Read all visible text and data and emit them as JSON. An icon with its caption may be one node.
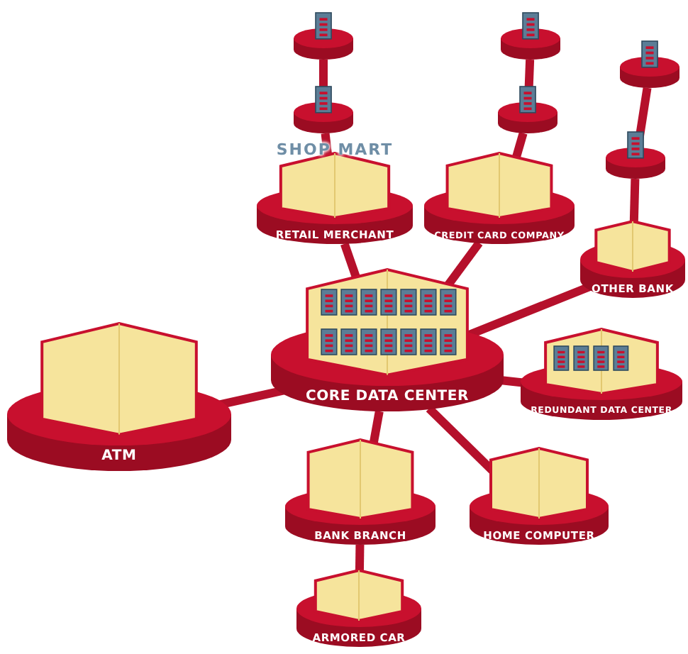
{
  "diagram": {
    "nodes": [
      {
        "text": [],
        "shape": "picture"
      },
      {
        "text": [],
        "shape": "picture"
      },
      {
        "text": [],
        "shape": "picture"
      },
      {
        "text": [],
        "shape": "picture"
      },
      {
        "text": [],
        "shape": "picture"
      },
      {
        "text": [
          "SHOP MART",
          "RETAIL MERCHANT"
        ]
      },
      {
        "text": [
          "CREDIT CARD COMPANY"
        ]
      },
      {
        "text": [],
        "shape": "picture"
      },
      {
        "text": [
          "OTHER BANK"
        ]
      },
      {
        "text": [
          "ATM"
        ]
      },
      {
        "text": [
          "CORE DATA CENTER"
        ]
      },
      {
        "text": [
          "REDUNDANT DATA CENTER"
        ]
      },
      {
        "text": [
          "BANK BRANCH"
        ]
      },
      {
        "text": [
          "HOME COMPUTER"
        ]
      },
      {
        "text": [
          "ARMORED CAR"
        ]
      }
    ],
    "edges": [
      {
        "from": 0,
        "to": 3,
        "arrow": "none"
      },
      {
        "from": 3,
        "to": 5,
        "arrow": "none"
      },
      {
        "from": 5,
        "to": 10,
        "arrow": "none"
      },
      {
        "from": 1,
        "to": 4,
        "arrow": "none"
      },
      {
        "from": 4,
        "to": 6,
        "arrow": "none"
      },
      {
        "from": 6,
        "to": 10,
        "arrow": "none"
      },
      {
        "from": 2,
        "to": 7,
        "arrow": "none"
      },
      {
        "from": 7,
        "to": 8,
        "arrow": "none"
      },
      {
        "from": 8,
        "to": 10,
        "arrow": "none"
      },
      {
        "from": 9,
        "to": 10,
        "arrow": "none"
      },
      {
        "from": 10,
        "to": 11,
        "arrow": "none"
      },
      {
        "from": 10,
        "to": 12,
        "arrow": "none"
      },
      {
        "from": 10,
        "to": 13,
        "arrow": "none"
      },
      {
        "from": 12,
        "to": 14,
        "arrow": "none"
      }
    ]
  }
}
